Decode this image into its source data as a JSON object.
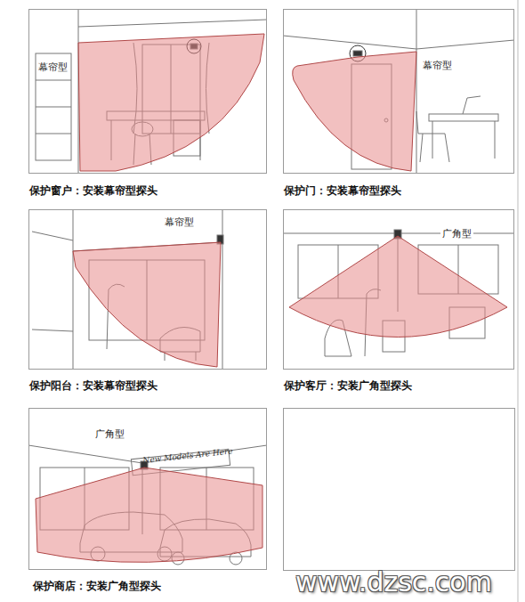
{
  "diagram": {
    "nodes": [
      {
        "text": [
          "幕帘型",
          "保护窗户：安装幕帘型探头"
        ]
      },
      {
        "text": [
          "幕帘型",
          "保护门：安装幕帘型探头"
        ]
      },
      {
        "text": [
          "幕帘型",
          "保护阳台：安装幕帘型探头"
        ]
      },
      {
        "text": [
          "广角型",
          "保护客厅：安装广角型探头"
        ]
      },
      {
        "text": [
          "广角型",
          "保护商店：安装广角型探头"
        ]
      }
    ],
    "labels": [
      "New Models Are Here",
      "www.dzsc.com"
    ]
  }
}
